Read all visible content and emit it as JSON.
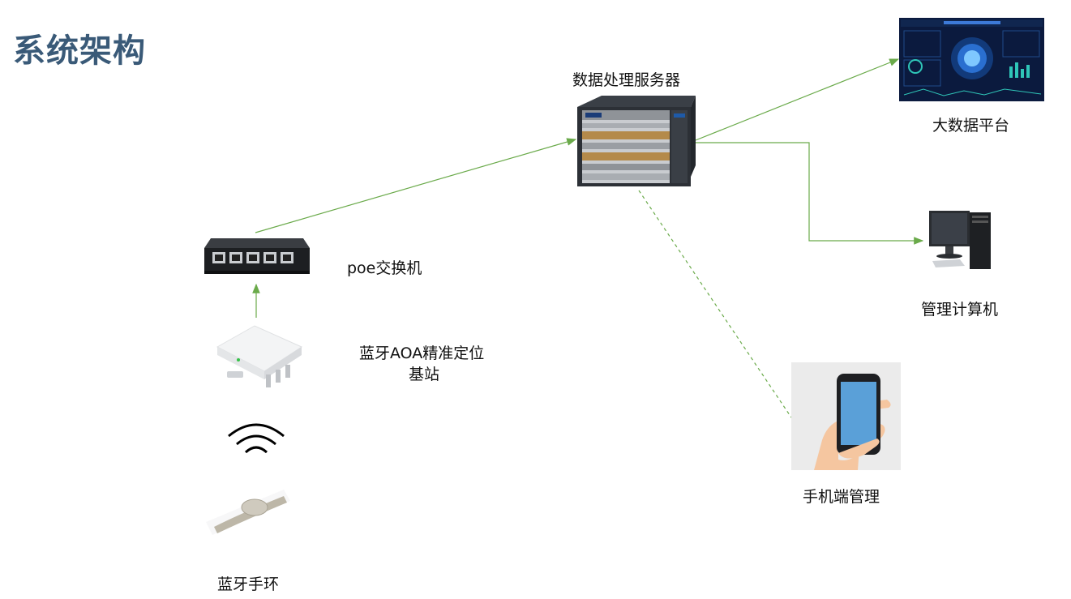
{
  "page": {
    "title": "系统架构"
  },
  "nodes": {
    "server": {
      "label": "数据处理服务器"
    },
    "bigdata": {
      "label": "大数据平台"
    },
    "computer": {
      "label": "管理计算机"
    },
    "switch": {
      "label": "poe交换机"
    },
    "base_station": {
      "label_line1": "蓝牙AOA精准定位",
      "label_line2": "基站"
    },
    "phone": {
      "label": "手机端管理"
    },
    "band": {
      "label": "蓝牙手环"
    }
  },
  "colors": {
    "title": "#3a5a78",
    "edge": "#6aaa4a"
  }
}
